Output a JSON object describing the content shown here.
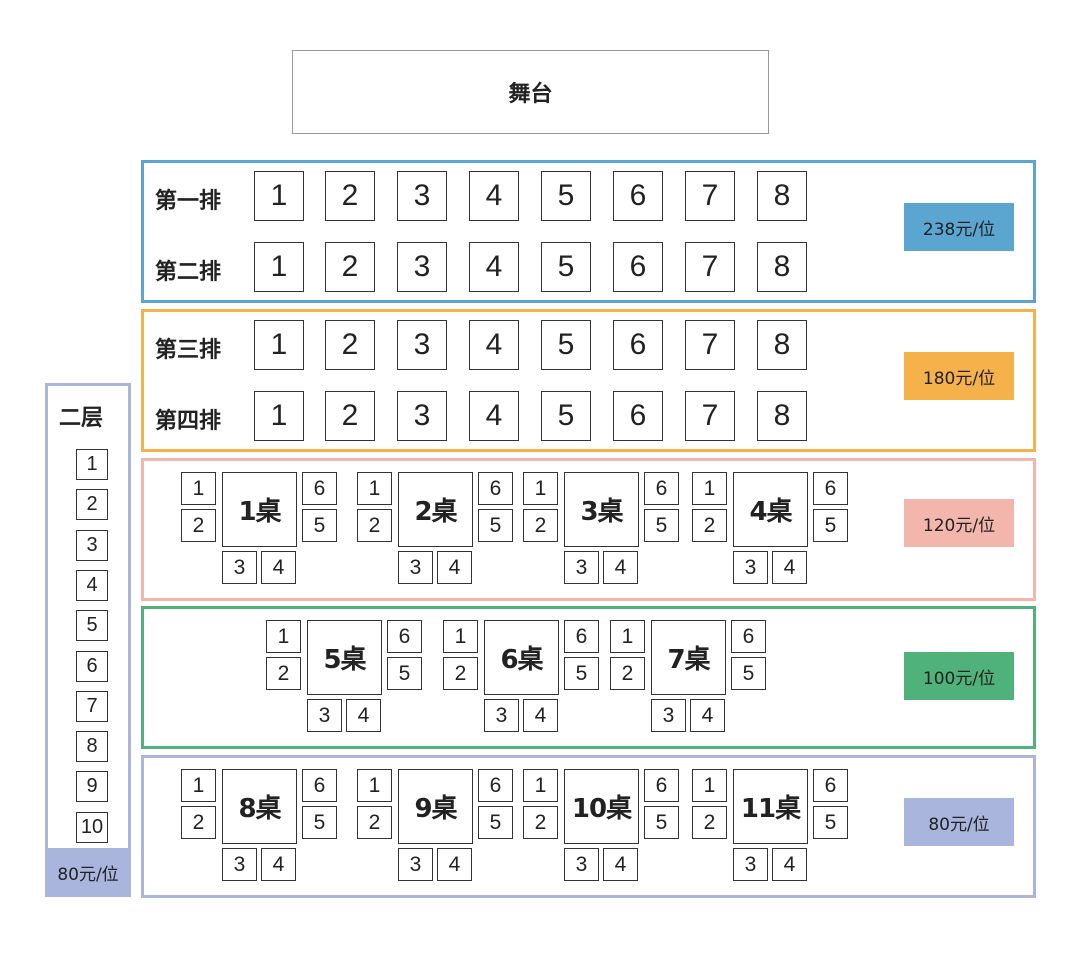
{
  "stage": {
    "label": "舞台"
  },
  "sections": [
    {
      "id": "tier1",
      "color": "#5aa6d1",
      "price": "238元/位",
      "rows": [
        {
          "label": "第一排",
          "seats": [
            "1",
            "2",
            "3",
            "4",
            "5",
            "6",
            "7",
            "8"
          ]
        },
        {
          "label": "第二排",
          "seats": [
            "1",
            "2",
            "3",
            "4",
            "5",
            "6",
            "7",
            "8"
          ]
        }
      ]
    },
    {
      "id": "tier2",
      "color": "#f5b24a",
      "price": "180元/位",
      "rows": [
        {
          "label": "第三排",
          "seats": [
            "1",
            "2",
            "3",
            "4",
            "5",
            "6",
            "7",
            "8"
          ]
        },
        {
          "label": "第四排",
          "seats": [
            "1",
            "2",
            "3",
            "4",
            "5",
            "6",
            "7",
            "8"
          ]
        }
      ]
    },
    {
      "id": "tier3",
      "color": "#f2b6ac",
      "price": "120元/位",
      "tables": [
        {
          "label": "1桌",
          "seats": [
            "1",
            "2",
            "3",
            "4",
            "5",
            "6"
          ]
        },
        {
          "label": "2桌",
          "seats": [
            "1",
            "2",
            "3",
            "4",
            "5",
            "6"
          ]
        },
        {
          "label": "3桌",
          "seats": [
            "1",
            "2",
            "3",
            "4",
            "5",
            "6"
          ]
        },
        {
          "label": "4桌",
          "seats": [
            "1",
            "2",
            "3",
            "4",
            "5",
            "6"
          ]
        }
      ]
    },
    {
      "id": "tier4",
      "color": "#4fb27a",
      "price": "100元/位",
      "tables": [
        {
          "label": "5桌",
          "seats": [
            "1",
            "2",
            "3",
            "4",
            "5",
            "6"
          ]
        },
        {
          "label": "6桌",
          "seats": [
            "1",
            "2",
            "3",
            "4",
            "5",
            "6"
          ]
        },
        {
          "label": "7桌",
          "seats": [
            "1",
            "2",
            "3",
            "4",
            "5",
            "6"
          ]
        }
      ]
    },
    {
      "id": "tier5",
      "color": "#a9b5dd",
      "price": "80元/位",
      "tables": [
        {
          "label": "8桌",
          "seats": [
            "1",
            "2",
            "3",
            "4",
            "5",
            "6"
          ]
        },
        {
          "label": "9桌",
          "seats": [
            "1",
            "2",
            "3",
            "4",
            "5",
            "6"
          ]
        },
        {
          "label": "10桌",
          "seats": [
            "1",
            "2",
            "3",
            "4",
            "5",
            "6"
          ]
        },
        {
          "label": "11桌",
          "seats": [
            "1",
            "2",
            "3",
            "4",
            "5",
            "6"
          ]
        }
      ]
    }
  ],
  "balcony": {
    "title": "二层",
    "color": "#a9b5dd",
    "price": "80元/位",
    "seats": [
      "1",
      "2",
      "3",
      "4",
      "5",
      "6",
      "7",
      "8",
      "9",
      "10"
    ]
  }
}
